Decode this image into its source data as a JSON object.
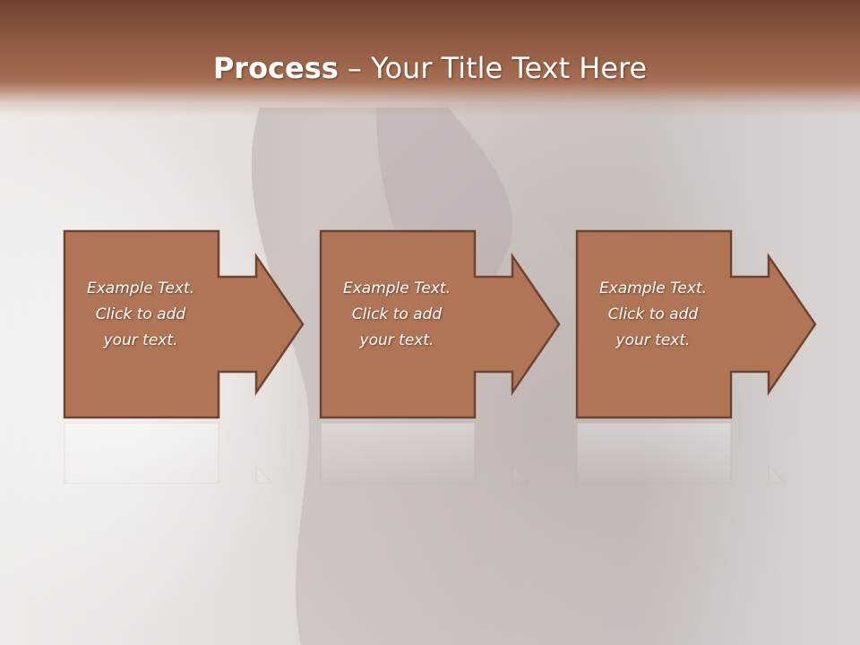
{
  "slide": {
    "title_bold": "Process",
    "title_rest": " – Your Title Text Here"
  },
  "steps": [
    {
      "line1": "Example Text.",
      "line2": "Click  to add",
      "line3": "your text."
    },
    {
      "line1": "Example Text.",
      "line2": "Click  to add",
      "line3": "your text."
    },
    {
      "line1": "Example Text.",
      "line2": "Click  to add",
      "line3": "your text."
    }
  ],
  "colors": {
    "header": "#8e5a40",
    "step_fill": "#b07556",
    "step_stroke": "#6d4331",
    "text": "#ffffff"
  }
}
